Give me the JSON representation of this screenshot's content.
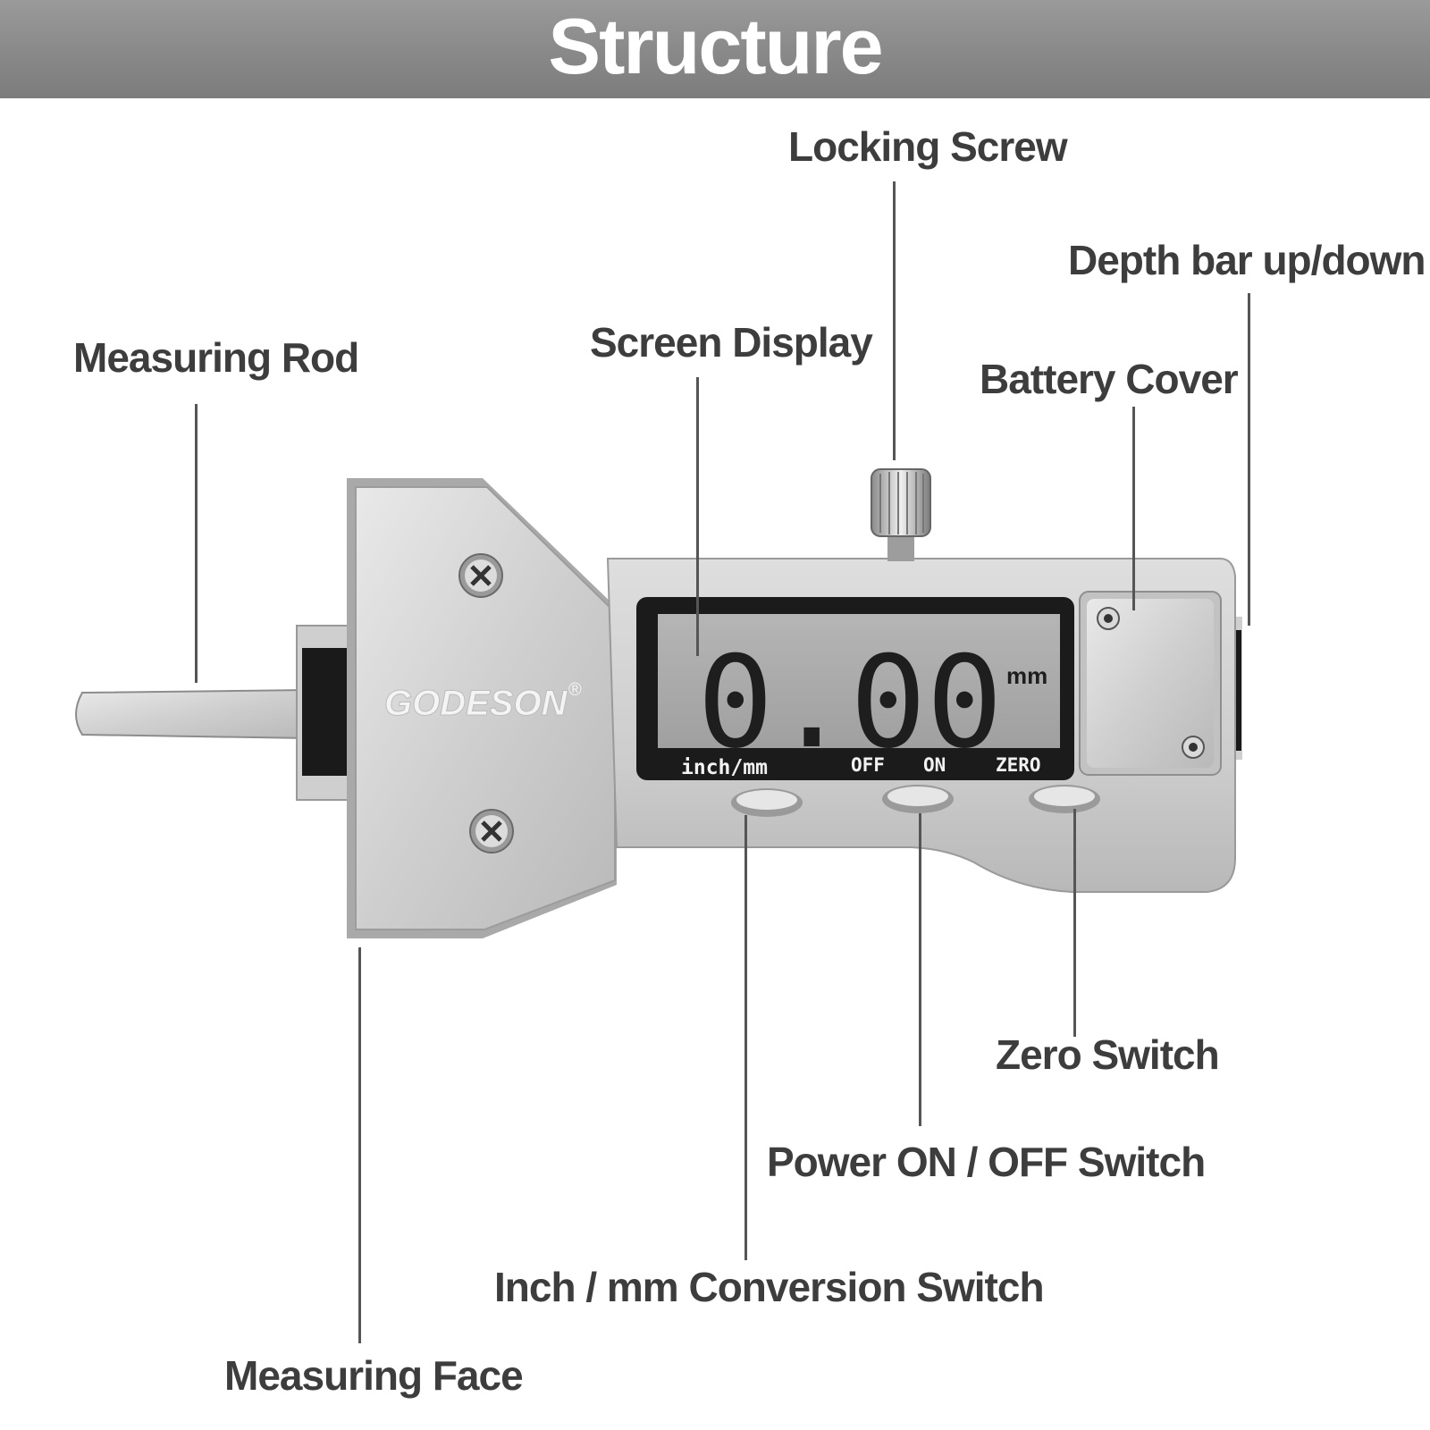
{
  "header": {
    "title": "Structure"
  },
  "labels": {
    "locking_screw": "Locking Screw",
    "depth_bar": "Depth bar up/down",
    "measuring_rod": "Measuring Rod",
    "screen_display": "Screen Display",
    "battery_cover": "Battery Cover",
    "zero_switch": "Zero Switch",
    "power_switch": "Power ON / OFF Switch",
    "inch_mm_switch": "Inch / mm Conversion Switch",
    "measuring_face": "Measuring Face"
  },
  "device": {
    "brand": "GODESON",
    "brand_mark": "®",
    "reading": "0.00",
    "unit": "mm",
    "button_labels": {
      "inch_mm": "inch/mm",
      "off": "OFF",
      "on": "ON",
      "zero": "ZERO"
    }
  }
}
